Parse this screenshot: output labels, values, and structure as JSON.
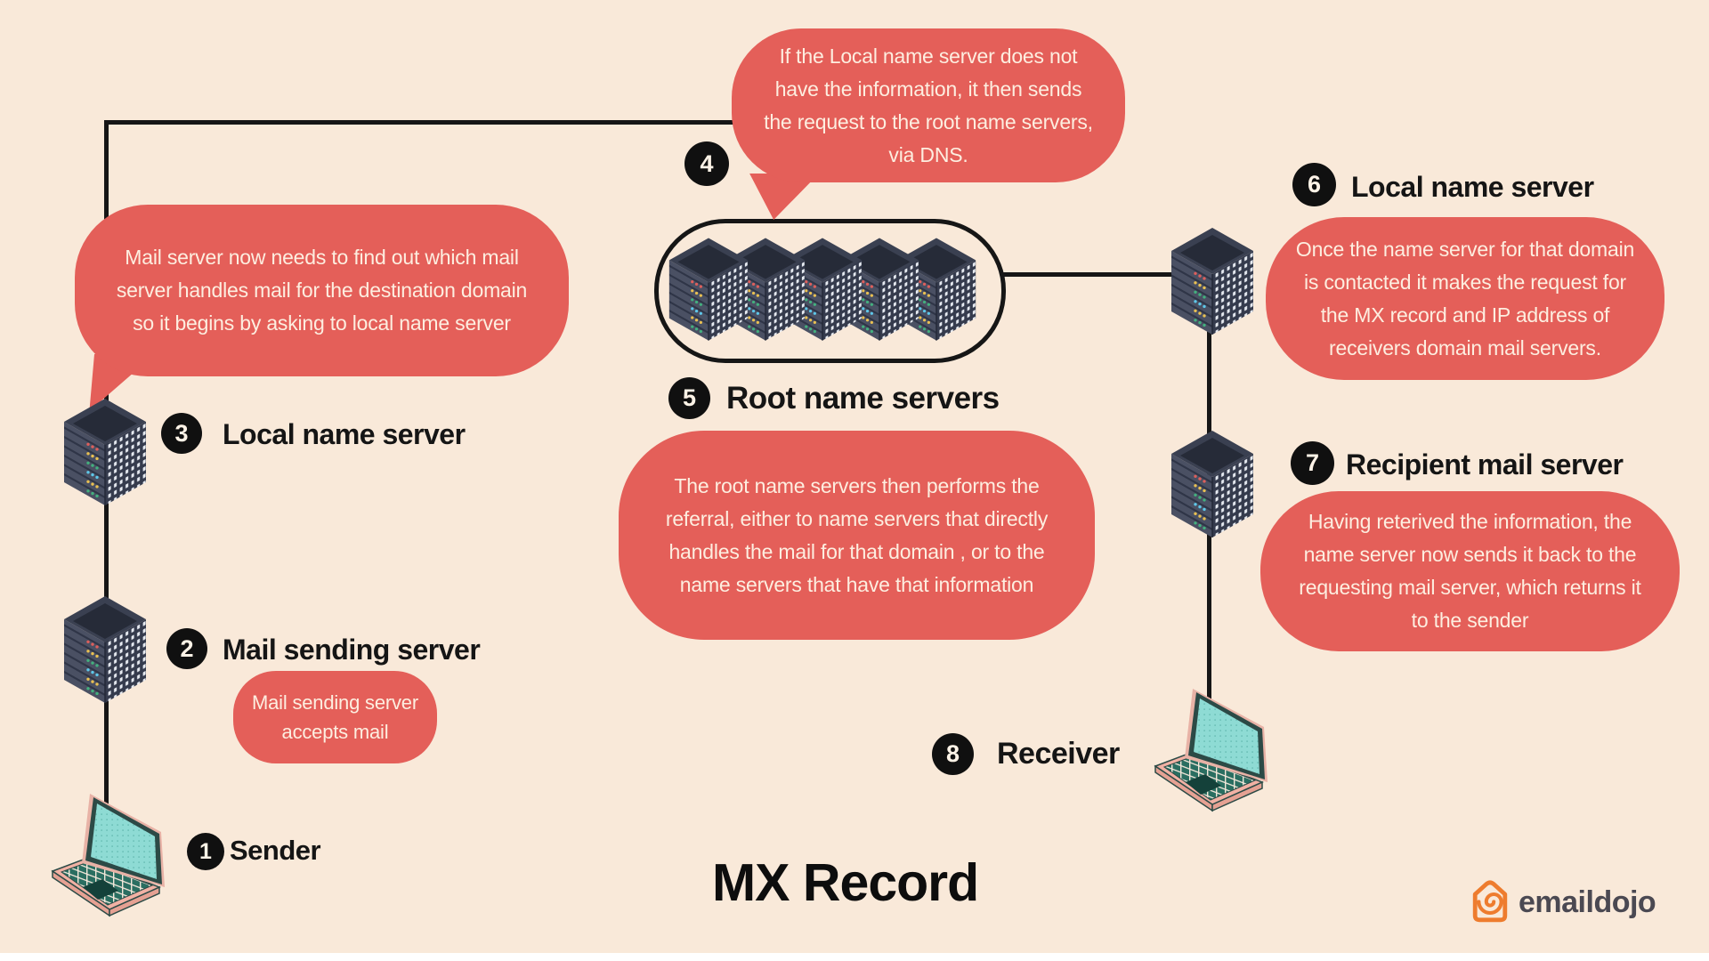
{
  "title": "MX Record",
  "brand": {
    "name": "emaildojo",
    "icon": "spiral-house-icon"
  },
  "colors": {
    "background": "#f9e9d9",
    "bubble_red": "#e45f59",
    "bubble_text": "#fdeee0",
    "ink": "#161616",
    "brand_orange": "#ee7c2e",
    "brand_ink": "#4b4952"
  },
  "steps": {
    "s1": {
      "num": "1",
      "label": "Sender"
    },
    "s2": {
      "num": "2",
      "label": "Mail sending  server",
      "bubble": "Mail sending server\naccepts mail"
    },
    "s3": {
      "num": "3",
      "label": "Local name server",
      "bubble": "Mail server now needs to find out which mail\nserver handles mail for the destination domain\nso it begins by asking to local name server"
    },
    "s4": {
      "num": "4",
      "bubble": "If the Local name server does not\nhave the information, it then sends\nthe request to  the root name servers,\nvia DNS."
    },
    "s5": {
      "num": "5",
      "label": "Root name servers",
      "bubble": "The root name servers then performs the\nreferral, either to name servers that directly\nhandles the mail for that domain  , or to the\nname servers that have that information"
    },
    "s6": {
      "num": "6",
      "label": "Local name server",
      "bubble": "Once the name server for that domain\nis contacted  it makes the request for\nthe MX record and IP address  of\nreceivers domain mail servers."
    },
    "s7": {
      "num": "7",
      "label": "Recipient mail server",
      "bubble": "Having reterived the information, the\nname server  now sends it back to the\nrequesting mail server, which returns it\nto the sender"
    },
    "s8": {
      "num": "8",
      "label": "Receiver"
    }
  }
}
